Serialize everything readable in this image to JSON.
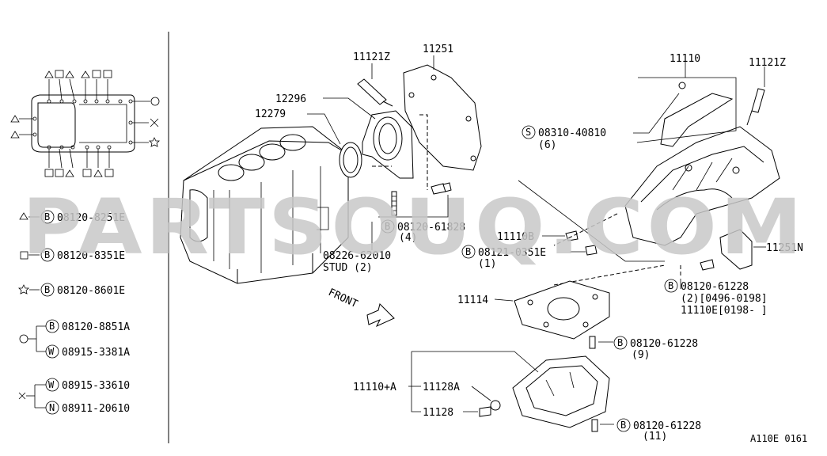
{
  "watermark": "PARTSOUQ.COM",
  "diagram_code": "A110E 0161",
  "legend": {
    "triangle_bolt": "08120-8251E",
    "square_bolt": "08120-8351E",
    "star_bolt": "08120-8601E",
    "circle_bolt_b": "08120-8851A",
    "circle_washer_w": "08915-3381A",
    "cross_washer_w": "08915-33610",
    "cross_nut_n": "08911-20610"
  },
  "callouts": {
    "p11121z_left": "11121Z",
    "p11251": "11251",
    "p12296": "12296",
    "p12279": "12279",
    "p11110": "11110",
    "p11121z_right": "11121Z",
    "p08310": "08310-40810",
    "p08310_qty": "(6)",
    "p08120_61828": "08120-61828",
    "p08120_61828_qty": "(4)",
    "stud_part": "08226-62010",
    "stud_label": "STUD (2)",
    "p11110b": "11110B",
    "p08121": "08121-0351E",
    "p08121_qty": "(1)",
    "p11251n": "11251N",
    "p08120_61228a": "08120-61228",
    "p08120_61228a_qty": "(2)[0496-0198]",
    "p11110e": "11110E[0198-     ]",
    "front": "FRONT",
    "p11114": "11114",
    "p08120_61228b": "08120-61228",
    "p08120_61228b_qty": "(9)",
    "p11110a": "11110+A",
    "p11128a": "11128A",
    "p11128": "11128",
    "p08120_61228c": "08120-61228",
    "p08120_61228c_qty": "(11)"
  },
  "prefix_letters": {
    "b": "B",
    "w": "W",
    "n": "N",
    "s": "S"
  }
}
